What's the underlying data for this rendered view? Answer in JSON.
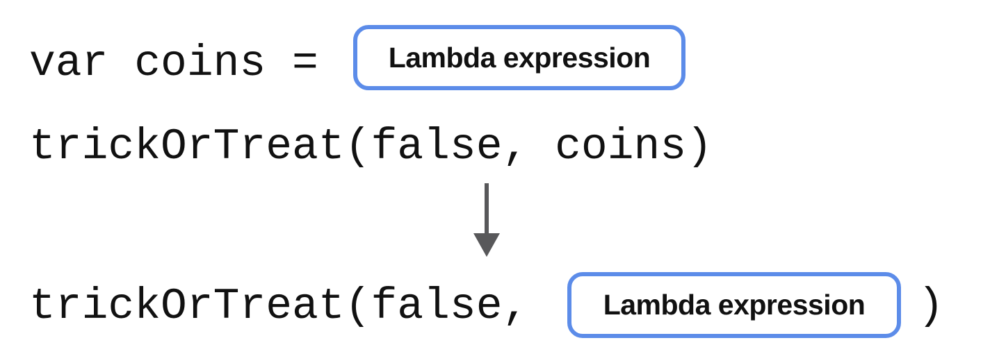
{
  "diagram": {
    "line1": {
      "code": "var coins = ",
      "box_label": "Lambda expression"
    },
    "line2": {
      "code": "trickOrTreat(false, coins)"
    },
    "arrow": {
      "icon": "down-arrow-icon",
      "meaning": "transforms-into"
    },
    "line3": {
      "code_prefix": "trickOrTreat(false,",
      "box_label": "Lambda expression",
      "code_suffix": ")"
    }
  },
  "colors": {
    "box_border": "#5C8CE9",
    "arrow": "#58585A",
    "code_text": "#111111",
    "background": "#FFFFFF"
  }
}
